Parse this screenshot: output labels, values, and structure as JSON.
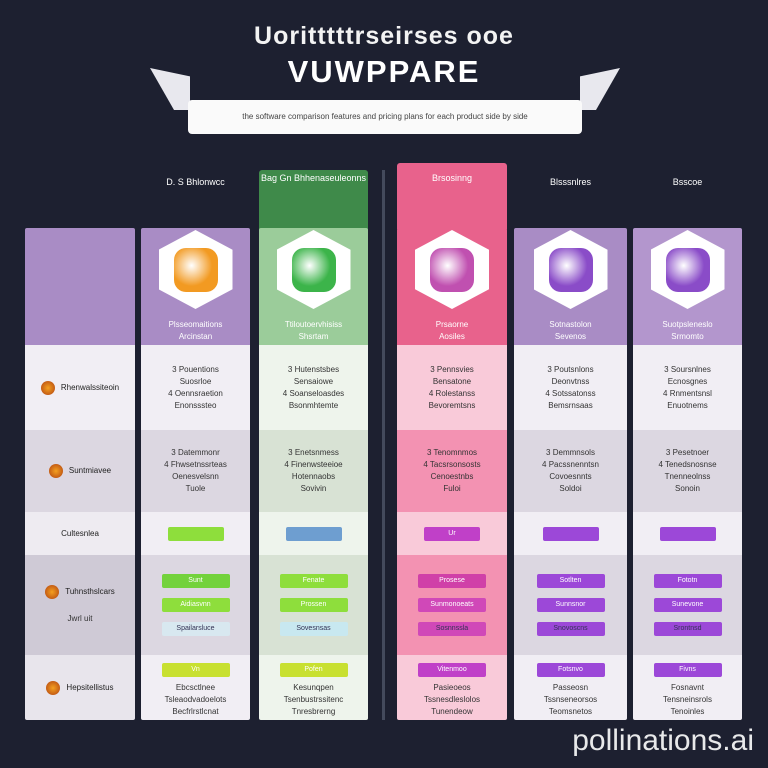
{
  "title": {
    "line1": "Uoritttttrseirses ooe",
    "line2": "VUWPPARE",
    "banner": "the software comparison features and pricing plans for each product side by side"
  },
  "row_labels": [
    "Rhenwalssiteoin",
    "Suntmiavee",
    "Cultesnlea",
    "Tuhnsthslcars",
    "Hepsitellistus"
  ],
  "row_sublabel": "Jwrl uit",
  "columns": [
    {
      "caption": "D. S Bhlonwcc",
      "name": "Plsseomaitions",
      "sub": "Arcinstan",
      "header_color": "#a98cc5",
      "body_a": "#f1eef4",
      "body_b": "#dcd7e1",
      "icon_color": "#f29a22",
      "btn_colors": [
        "#8ede3c",
        "#73d23c",
        "#8ede3c",
        "#d8e8f0",
        "#c8e030"
      ],
      "r1": [
        "3 Pouentions",
        "Suosrloe",
        "4 Oennsraetion",
        "Enonsssteo"
      ],
      "r2": [
        "3 Datemmonr",
        "4 Fhwsetnssrteas",
        "Oenesvelsnn",
        "Tuole"
      ],
      "btns": [
        "",
        "Sunt",
        "Aidiasvnn",
        "Spailarsluce",
        "Vn"
      ],
      "r5": [
        "Ebcsctlnee",
        "Tsleaodvadoelots",
        "Becfrlrstlcnat"
      ]
    },
    {
      "caption": "Bag Gn Bhhenaseuleonns",
      "name": "Ttiloutoervhisiss",
      "sub": "Shsrtam",
      "header_color": "#9bcc9a",
      "body_a": "#eef4ec",
      "body_b": "#d8e2d4",
      "icon_color": "#3cb44a",
      "cap_color": "#3f8a4a",
      "btn_colors": [
        "#6e9ed0",
        "#8ede3c",
        "#8ede3c",
        "#c8e8f0",
        "#c8e030"
      ],
      "r1": [
        "3 Hutenstsbes",
        "Sensaiowe",
        "4 Soanseloasdes",
        "Bsonmhtemte"
      ],
      "r2": [
        "3 Enetsnmess",
        "4 Finenwsteeioe",
        "Hotennaobs",
        "Sovivin"
      ],
      "btns": [
        "",
        "Fenate",
        "Prossen",
        "Sovesnsas",
        "Pofen"
      ],
      "r5": [
        "Kesunqpen",
        "Tsenbustrssitenc",
        "Tnresbrerng"
      ]
    },
    {
      "caption": "Brsosinng",
      "name": "Prsaorne",
      "sub": "Aosiles",
      "header_color": "#e8628c",
      "body_a": "#f9cad9",
      "body_b": "#f392b2",
      "icon_color": "#c050b0",
      "cap_color": "#e8628c",
      "btn_colors": [
        "#c040c8",
        "#d040a8",
        "#d048b8",
        "#d048b8",
        "#c040c8"
      ],
      "r1": [
        "3 Pennsvies",
        "Bensatone",
        "4 Rolestanss",
        "Bevoremtsns"
      ],
      "r2": [
        "3 Tenomnmos",
        "4 Tacsrsonsosts",
        "Cenoestnbs",
        "Fuloi"
      ],
      "btns": [
        "Ur",
        "Prosese",
        "Sunmonoeats",
        "Sosnnssla",
        "Vitenmoo"
      ],
      "r5": [
        "Pasieoeos",
        "Tssnesdleslolos",
        "Tunendeow"
      ]
    },
    {
      "caption": "Blsssnlres",
      "name": "Sotnastolon",
      "sub": "Sevenos",
      "header_color": "#a98cc5",
      "body_a": "#f1eef4",
      "body_b": "#dcd7e1",
      "icon_color": "#8a4cc8",
      "btn_colors": [
        "#9c48d8",
        "#9c48d8",
        "#9c48d8",
        "#9c48d8",
        "#9c48d8"
      ],
      "r1": [
        "3 Poutsnlons",
        "Deonvtnss",
        "4 Sotssatonss",
        "Bemsrnsaas"
      ],
      "r2": [
        "3 Demmnsols",
        "4 Pacssnenntsn",
        "Covoesnnts",
        "Soldoi"
      ],
      "btns": [
        "",
        "Sotlten",
        "Sunnsnor",
        "Snovoscns",
        "Fotsnvo"
      ],
      "r5": [
        "Passeosn",
        "Tssnseneorsos",
        "Teomsnetos"
      ]
    },
    {
      "caption": "Bsscoe",
      "name": "Suotpsleneslo",
      "sub": "Srmomto",
      "header_color": "#b396cd",
      "body_a": "#f1eef4",
      "body_b": "#dcd7e1",
      "icon_color": "#8a4cc8",
      "btn_colors": [
        "#9c48d8",
        "#9c48d8",
        "#9c48d8",
        "#9c48d8",
        "#9c48d8"
      ],
      "r1": [
        "3 Soursnlnes",
        "Ecnosgnes",
        "4 Rnmentsnsl",
        "Enuotnems"
      ],
      "r2": [
        "3 Pesetnoer",
        "4 Tenedsnosnse",
        "Tnenneolnss",
        "Sonoin"
      ],
      "btns": [
        "",
        "Fototn",
        "Sunevone",
        "Srontnsd",
        "Fivns"
      ],
      "r5": [
        "Fosnavnt",
        "Tensneinsrols",
        "Tenoinles"
      ]
    }
  ],
  "watermark": "pollinations.ai"
}
